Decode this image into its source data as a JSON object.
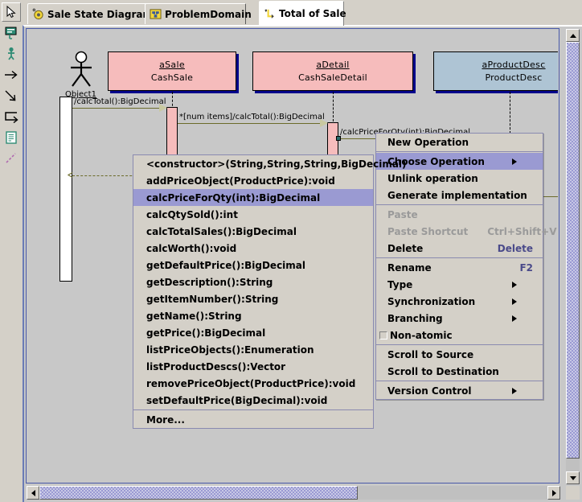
{
  "toolbar": {
    "items": [
      {
        "name": "select-pointer-tool",
        "icon": "pointer-icon",
        "selected": true
      },
      {
        "name": "note-tool",
        "icon": "note-icon",
        "selected": false
      },
      {
        "name": "actor-tool",
        "icon": "actor-icon",
        "selected": false
      },
      {
        "name": "message-arrow-tool",
        "icon": "right-arrow-icon",
        "selected": false
      },
      {
        "name": "diagonal-message-tool",
        "icon": "diagonal-arrow-icon",
        "selected": false
      },
      {
        "name": "return-message-tool",
        "icon": "return-arrow-icon",
        "selected": false
      },
      {
        "name": "document-tool",
        "icon": "document-icon",
        "selected": false
      },
      {
        "name": "dashed-link-tool",
        "icon": "dashed-line-icon",
        "selected": false
      }
    ]
  },
  "tabs": [
    {
      "label": "Sale State Diagram",
      "icon": "state-diagram-icon",
      "active": false
    },
    {
      "label": "ProblemDomain",
      "icon": "class-diagram-icon",
      "active": false
    },
    {
      "label": "Total of Sale",
      "icon": "sequence-diagram-icon",
      "active": true
    }
  ],
  "diagram": {
    "actor": {
      "label": "Object1"
    },
    "objects": [
      {
        "name": "aSale",
        "classname": "CashSale",
        "color": "#f6bcbc"
      },
      {
        "name": "aDetail",
        "classname": "CashSaleDetail",
        "color": "#f6bcbc"
      },
      {
        "name": "aProductDesc",
        "classname": "ProductDesc",
        "color": "#aec4d4"
      }
    ],
    "messages": [
      {
        "label": "/calcTotal():BigDecimal"
      },
      {
        "label": "*[num items]/calcTotal():BigDecimal"
      },
      {
        "label": "/calcPriceForQty(int):BigDecimal"
      }
    ]
  },
  "operation_list": {
    "items": [
      {
        "label": "<constructor>(String,String,String,BigDecimal)",
        "highlighted": false
      },
      {
        "label": "addPriceObject(ProductPrice):void",
        "highlighted": false
      },
      {
        "label": "calcPriceForQty(int):BigDecimal",
        "highlighted": true
      },
      {
        "label": "calcQtySold():int",
        "highlighted": false
      },
      {
        "label": "calcTotalSales():BigDecimal",
        "highlighted": false
      },
      {
        "label": "calcWorth():void",
        "highlighted": false
      },
      {
        "label": "getDefaultPrice():BigDecimal",
        "highlighted": false
      },
      {
        "label": "getDescription():String",
        "highlighted": false
      },
      {
        "label": "getItemNumber():String",
        "highlighted": false
      },
      {
        "label": "getName():String",
        "highlighted": false
      },
      {
        "label": "getPrice():BigDecimal",
        "highlighted": false
      },
      {
        "label": "listPriceObjects():Enumeration",
        "highlighted": false
      },
      {
        "label": "listProductDescs():Vector",
        "highlighted": false
      },
      {
        "label": "removePriceObject(ProductPrice):void",
        "highlighted": false
      },
      {
        "label": "setDefaultPrice(BigDecimal):void",
        "highlighted": false
      }
    ],
    "more_label": "More..."
  },
  "context_menu": {
    "groups": [
      [
        {
          "label": "New Operation",
          "disabled": false,
          "highlighted": false,
          "submenu": false,
          "accel": "",
          "checkbox": false
        }
      ],
      [
        {
          "label": "Choose Operation",
          "disabled": false,
          "highlighted": true,
          "submenu": true,
          "accel": "",
          "checkbox": false
        },
        {
          "label": "Unlink operation",
          "disabled": false,
          "highlighted": false,
          "submenu": false,
          "accel": "",
          "checkbox": false
        },
        {
          "label": "Generate implementation",
          "disabled": false,
          "highlighted": false,
          "submenu": false,
          "accel": "",
          "checkbox": false
        }
      ],
      [
        {
          "label": "Paste",
          "disabled": true,
          "highlighted": false,
          "submenu": false,
          "accel": "",
          "checkbox": false
        },
        {
          "label": "Paste Shortcut",
          "disabled": true,
          "highlighted": false,
          "submenu": false,
          "accel": "Ctrl+Shift+V",
          "checkbox": false
        },
        {
          "label": "Delete",
          "disabled": false,
          "highlighted": false,
          "submenu": false,
          "accel": "Delete",
          "checkbox": false
        }
      ],
      [
        {
          "label": "Rename",
          "disabled": false,
          "highlighted": false,
          "submenu": false,
          "accel": "F2",
          "checkbox": false
        },
        {
          "label": "Type",
          "disabled": false,
          "highlighted": false,
          "submenu": true,
          "accel": "",
          "checkbox": false
        },
        {
          "label": "Synchronization",
          "disabled": false,
          "highlighted": false,
          "submenu": true,
          "accel": "",
          "checkbox": false
        },
        {
          "label": "Branching",
          "disabled": false,
          "highlighted": false,
          "submenu": true,
          "accel": "",
          "checkbox": false
        },
        {
          "label": "Non-atomic",
          "disabled": false,
          "highlighted": false,
          "submenu": false,
          "accel": "",
          "checkbox": true
        }
      ],
      [
        {
          "label": "Scroll to Source",
          "disabled": false,
          "highlighted": false,
          "submenu": false,
          "accel": "",
          "checkbox": false
        },
        {
          "label": "Scroll to Destination",
          "disabled": false,
          "highlighted": false,
          "submenu": false,
          "accel": "",
          "checkbox": false
        }
      ],
      [
        {
          "label": "Version Control",
          "disabled": false,
          "highlighted": false,
          "submenu": true,
          "accel": "",
          "checkbox": false
        }
      ]
    ]
  },
  "colors": {
    "highlight": "#9a9ad2",
    "object_pink": "#f6bcbc",
    "object_blue": "#aec4d4",
    "message_line": "#6b6b2a",
    "canvas": "#c8c8c8",
    "chrome": "#d4d0c8"
  }
}
